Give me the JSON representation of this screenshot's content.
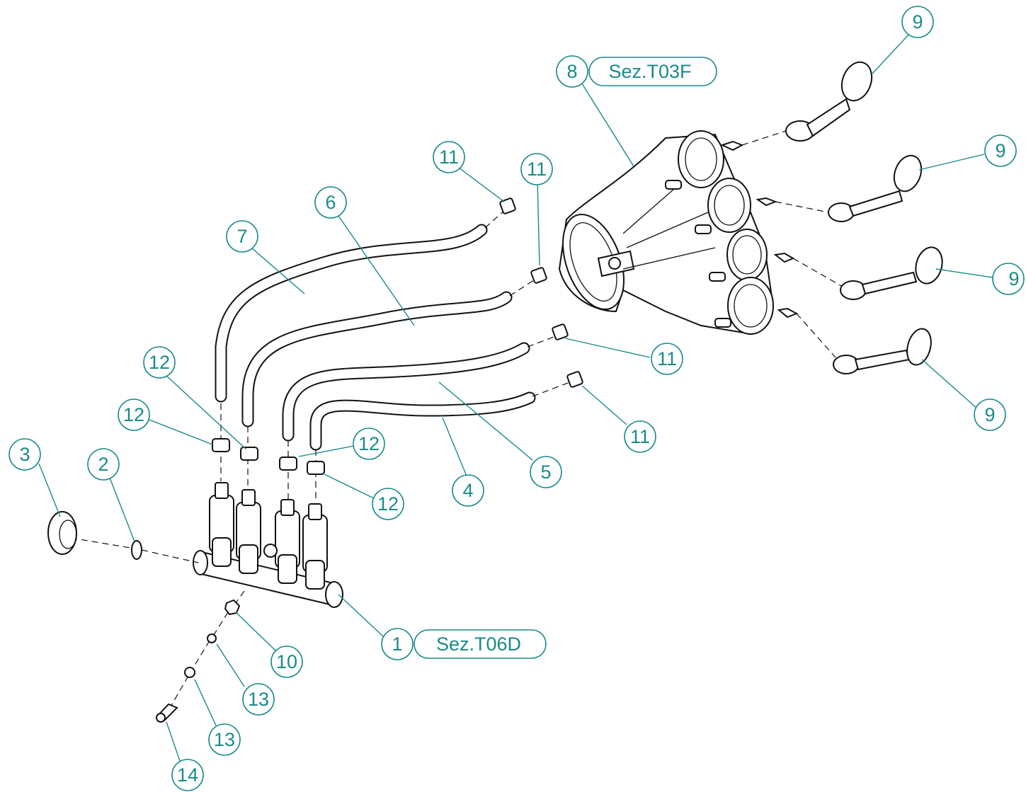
{
  "callouts": {
    "c1": "1",
    "c2": "2",
    "c3": "3",
    "c4": "4",
    "c5": "5",
    "c6": "6",
    "c7": "7",
    "c8": "8",
    "c9a": "9",
    "c9b": "9",
    "c9c": "9",
    "c9d": "9",
    "c10": "10",
    "c11a": "11",
    "c11b": "11",
    "c11c": "11",
    "c11d": "11",
    "c12a": "12",
    "c12b": "12",
    "c12c": "12",
    "c12d": "12",
    "c13a": "13",
    "c13b": "13",
    "c14": "14"
  },
  "section_refs": {
    "ref8": "Sez.T03F",
    "ref1": "Sez.T06D"
  },
  "colors": {
    "callout": "#1a8a8a",
    "line_art": "#111111",
    "background": "#ffffff"
  }
}
